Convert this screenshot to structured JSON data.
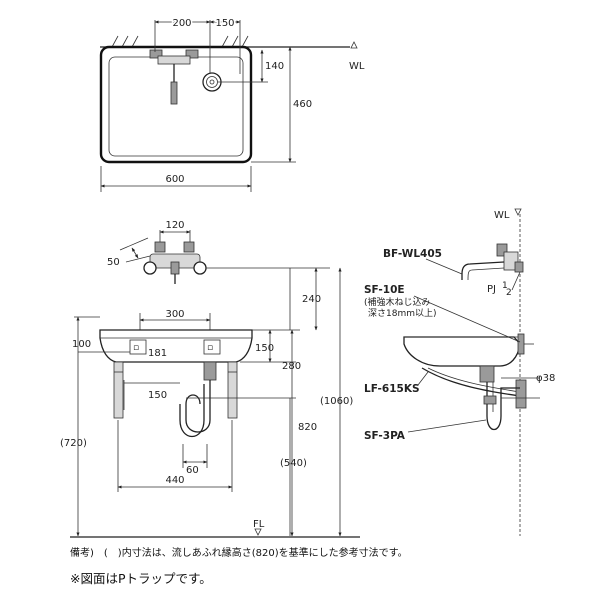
{
  "top_view": {
    "dim_200": "200",
    "dim_150": "150",
    "dim_140": "140",
    "dim_460": "460",
    "dim_600": "600",
    "wl_label": "WL"
  },
  "front_view": {
    "dim_120": "120",
    "dim_50": "50",
    "dim_300": "300",
    "dim_240": "240",
    "dim_100": "100",
    "dim_181": "181",
    "dim_150_right": "150",
    "dim_280": "280",
    "dim_150_trap": "150",
    "dim_1060": "(1060)",
    "dim_720": "(720)",
    "dim_820": "820",
    "dim_540": "(540)",
    "dim_60": "60",
    "dim_440": "440",
    "fl_label": "FL"
  },
  "side_view": {
    "wl_label": "WL",
    "bf_wl405": "BF-WL405",
    "pj_label": "PJ",
    "pj_num": "1",
    "pj_den": "2",
    "sf_10e": "SF-10E",
    "sf_10e_note1": "(補強木ねじ込み",
    "sf_10e_note2": "深さ18mm以上)",
    "lf_615ks": "LF-615KS",
    "phi_38": "φ38",
    "sf_3pa": "SF-3PA"
  },
  "notes": {
    "remark": "備考)　(　)内寸法は、流しあふれ縁高さ(820)を基準にした参考寸法です。",
    "ptrap": "※図面はPトラップです。"
  }
}
